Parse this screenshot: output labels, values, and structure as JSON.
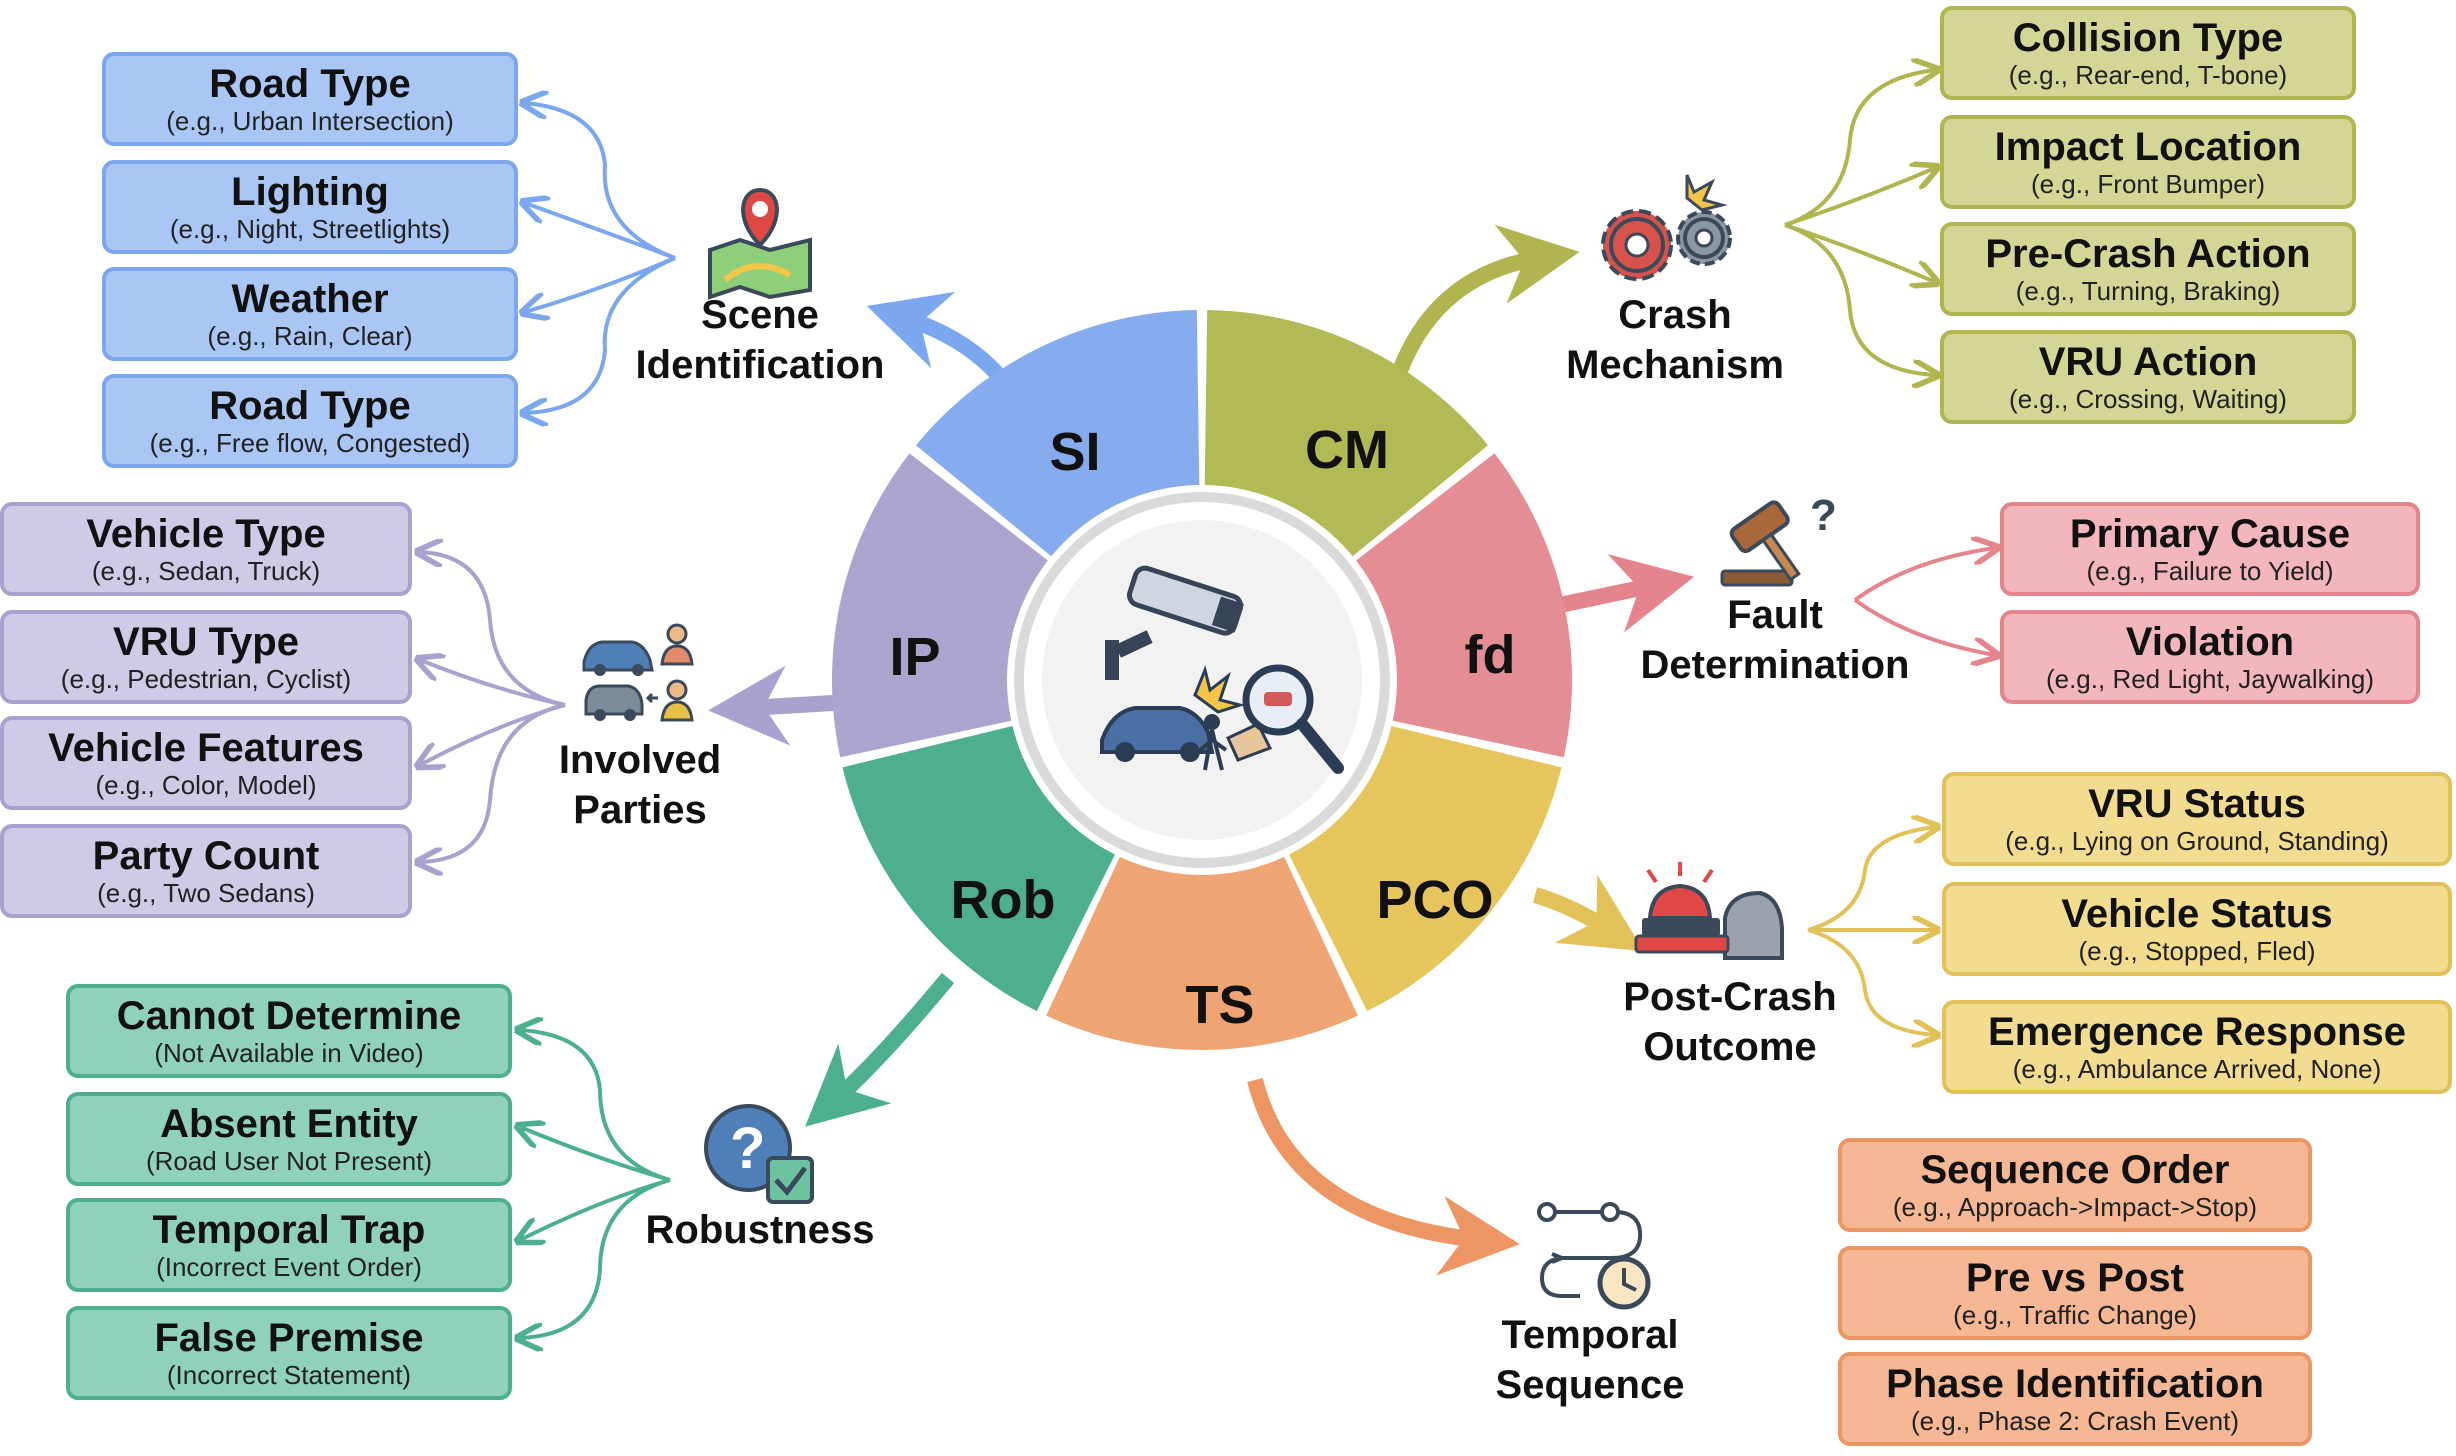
{
  "center": {
    "segments": [
      {
        "abbr": "SI",
        "color": "#86abef"
      },
      {
        "abbr": "CM",
        "color": "#b2ba55"
      },
      {
        "abbr": "fd",
        "color": "#e58d95"
      },
      {
        "abbr": "PCO",
        "color": "#e6c55c"
      },
      {
        "abbr": "TS",
        "color": "#efa474"
      },
      {
        "abbr": "Rob",
        "color": "#4daf8d"
      },
      {
        "abbr": "IP",
        "color": "#aba4cf"
      }
    ],
    "icon": "traffic-camera-crash-magnifier-icon"
  },
  "categories": {
    "scene_identification": {
      "label_line1": "Scene",
      "label_line2": "Identification",
      "icon": "map-pin-icon",
      "color": "#7aa7ee",
      "items": [
        {
          "title": "Road Type",
          "example": "(e.g., Urban Intersection)"
        },
        {
          "title": "Lighting",
          "example": "(e.g., Night, Streetlights)"
        },
        {
          "title": "Weather",
          "example": "(e.g., Rain, Clear)"
        },
        {
          "title": "Road Type",
          "example": "(e.g., Free flow, Congested)"
        }
      ]
    },
    "crash_mechanism": {
      "label_line1": "Crash",
      "label_line2": "Mechanism",
      "icon": "gears-icon",
      "color": "#b0b54f",
      "items": [
        {
          "title": "Collision Type",
          "example": "(e.g., Rear-end, T-bone)"
        },
        {
          "title": "Impact Location",
          "example": "(e.g., Front Bumper)"
        },
        {
          "title": "Pre-Crash Action",
          "example": "(e.g., Turning, Braking)"
        },
        {
          "title": "VRU Action",
          "example": "(e.g., Crossing, Waiting)"
        }
      ]
    },
    "fault_determination": {
      "label_line1": "Fault",
      "label_line2": "Determination",
      "icon": "gavel-icon",
      "color": "#e6848e",
      "items": [
        {
          "title": "Primary Cause",
          "example": "(e.g., Failure to Yield)"
        },
        {
          "title": "Violation",
          "example": "(e.g., Red Light, Jaywalking)"
        }
      ]
    },
    "post_crash_outcome": {
      "label_line1": "Post-Crash",
      "label_line2": "Outcome",
      "icon": "siren-icon",
      "color": "#e3c159",
      "items": [
        {
          "title": "VRU Status",
          "example": "(e.g., Lying on Ground, Standing)"
        },
        {
          "title": "Vehicle Status",
          "example": "(e.g., Stopped, Fled)"
        },
        {
          "title": "Emergence Response",
          "example": "(e.g., Ambulance Arrived, None)"
        }
      ]
    },
    "temporal_sequence": {
      "label_line1": "Temporal",
      "label_line2": "Sequence",
      "icon": "timeline-clock-icon",
      "color": "#ee9663",
      "items": [
        {
          "title": "Sequence Order",
          "example": "(e.g., Approach->Impact->Stop)"
        },
        {
          "title": "Pre vs Post",
          "example": "(e.g., Traffic Change)"
        },
        {
          "title": "Phase Identification",
          "example": "(e.g., Phase 2: Crash Event)"
        }
      ]
    },
    "robustness": {
      "label_line1": "Robustness",
      "icon": "question-check-icon",
      "color": "#4cb08f",
      "items": [
        {
          "title": "Cannot Determine",
          "example": "(Not Available in Video)"
        },
        {
          "title": "Absent Entity",
          "example": "(Road User Not Present)"
        },
        {
          "title": "Temporal Trap",
          "example": "(Incorrect Event Order)"
        },
        {
          "title": "False Premise",
          "example": "(Incorrect Statement)"
        }
      ]
    },
    "involved_parties": {
      "label_line1": "Involved",
      "label_line2": "Parties",
      "icon": "cars-people-icon",
      "color": "#a9a2cf",
      "items": [
        {
          "title": "Vehicle Type",
          "example": "(e.g., Sedan, Truck)"
        },
        {
          "title": "VRU Type",
          "example": "(e.g., Pedestrian, Cyclist)"
        },
        {
          "title": "Vehicle Features",
          "example": "(e.g., Color, Model)"
        },
        {
          "title": "Party Count",
          "example": "(e.g., Two Sedans)"
        }
      ]
    }
  }
}
